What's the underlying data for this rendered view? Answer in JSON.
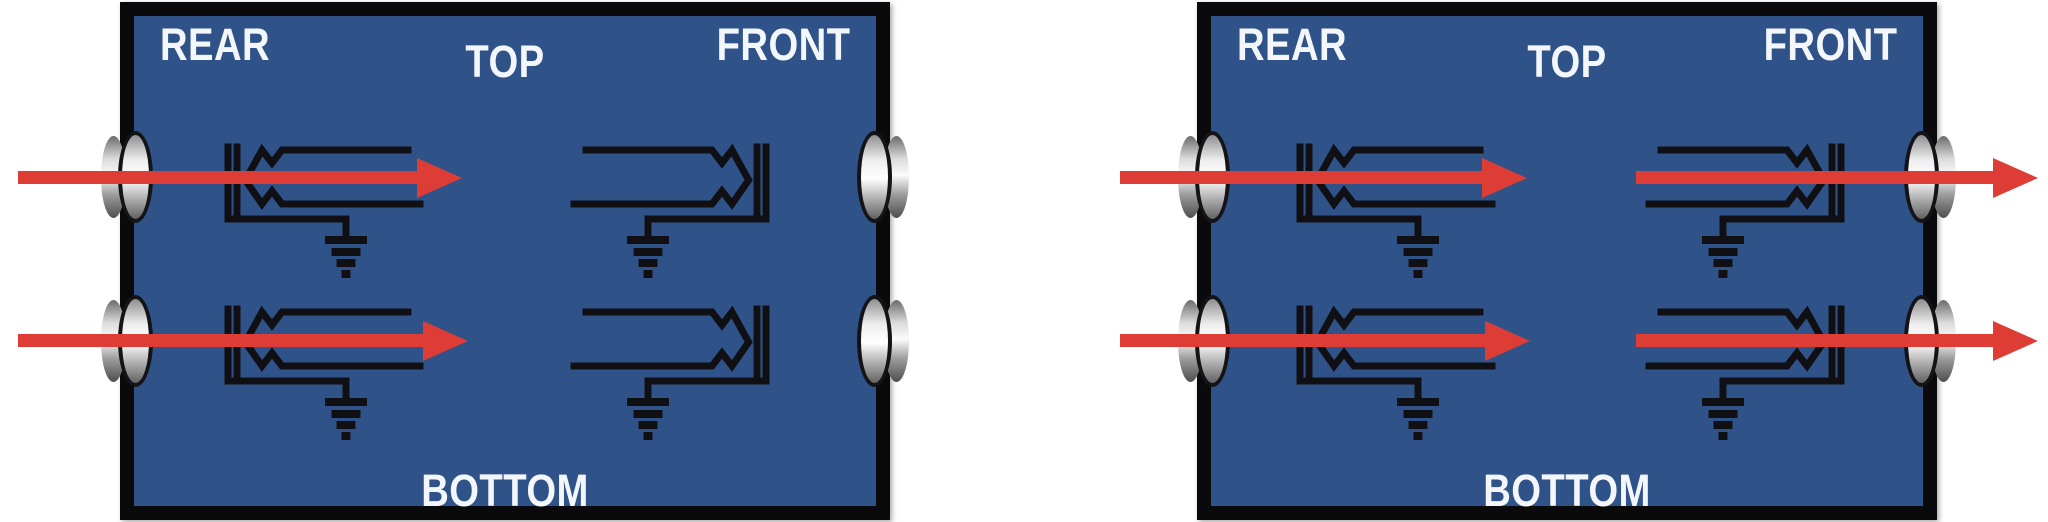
{
  "scene": {
    "modules": [
      {
        "id": "module-rear-input-only",
        "labels": {
          "rear": "REAR",
          "top": "TOP",
          "front": "FRONT",
          "bottom": "BOTTOM"
        },
        "jack_rows": 2,
        "rear_jacks": 2,
        "front_jacks": 2,
        "signal_arrows": [
          "signal enters top rear jack, stops inside module",
          "signal enters bottom rear jack, stops inside module"
        ]
      },
      {
        "id": "module-rear-to-front-pass",
        "labels": {
          "rear": "REAR",
          "top": "TOP",
          "front": "FRONT",
          "bottom": "BOTTOM"
        },
        "jack_rows": 2,
        "rear_jacks": 2,
        "front_jacks": 2,
        "signal_arrows": [
          "signal enters top rear jack and exits top front jack",
          "signal enters bottom rear jack and exits bottom front jack"
        ]
      }
    ],
    "colors": {
      "module_blue": "#2f5389",
      "border_black": "#0a0a0c",
      "arrow_red": "#dd3d35",
      "schematic_black": "#101014",
      "label_white": "#f3f6fa",
      "background": "#ffffff"
    },
    "icons": {
      "jack_connector": "metal-jack-nut",
      "jack_schematic": "switched-jack-contacts-with-ground",
      "ground": "chassis-ground",
      "arrow": "signal-flow-arrow"
    }
  }
}
